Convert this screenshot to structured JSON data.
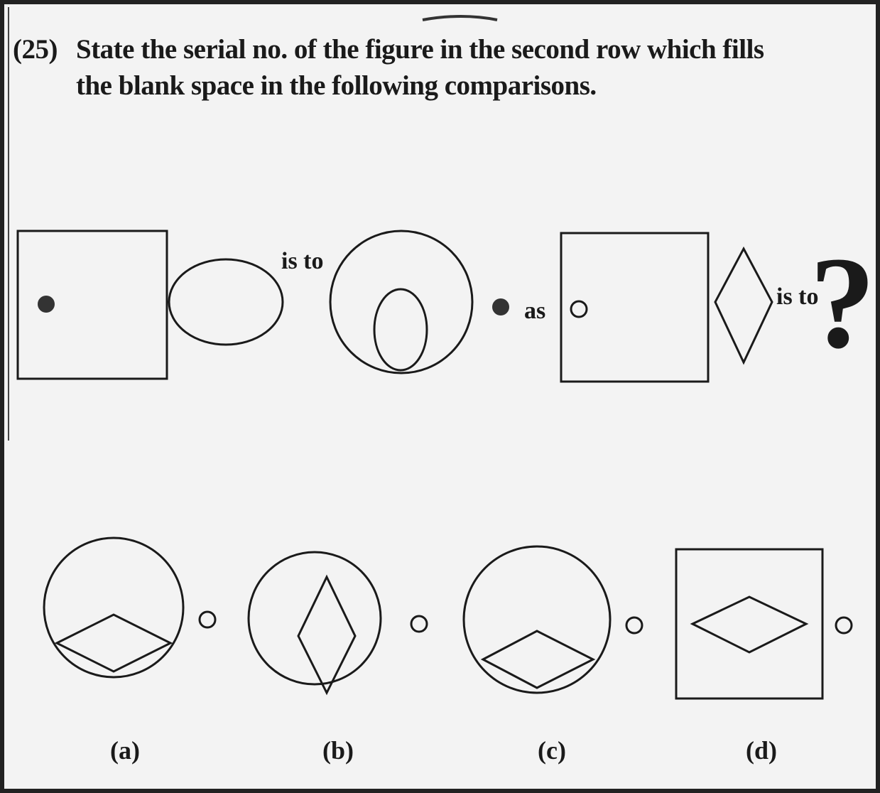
{
  "question": {
    "number": "(25)",
    "line1": "State the serial no. of the figure in the second row which fills",
    "line2": "the blank space in the following comparisons."
  },
  "comparison": {
    "is_to_1": "is to",
    "as": "as",
    "is_to_2": "is to",
    "unknown": "?"
  },
  "options": [
    {
      "label": "(a)"
    },
    {
      "label": "(b)"
    },
    {
      "label": "(c)"
    },
    {
      "label": "(d)"
    }
  ]
}
